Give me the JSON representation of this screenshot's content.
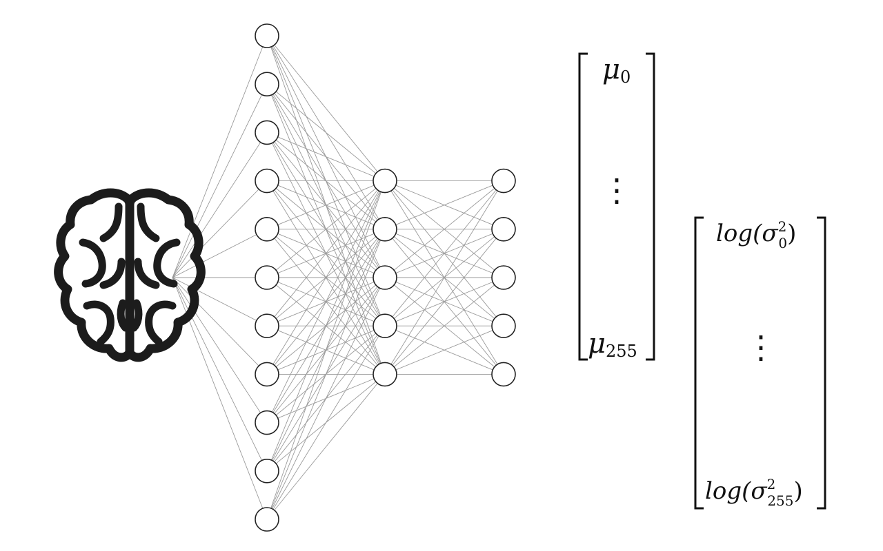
{
  "brain": {
    "icon": "brain-icon"
  },
  "network": {
    "layers": [
      {
        "name": "layer-1",
        "node_count": 11
      },
      {
        "name": "layer-2",
        "node_count": 5
      },
      {
        "name": "layer-3",
        "node_count": 5
      }
    ],
    "input_connects_to": "layer-1"
  },
  "vectors": {
    "mu": {
      "top": {
        "base": "μ",
        "sub": "0"
      },
      "ellipsis": "⋮",
      "bottom": {
        "base": "μ",
        "sub": "255"
      }
    },
    "logvar": {
      "top": {
        "prefix": "log(",
        "base": "σ",
        "sup": "2",
        "sub": "0",
        "suffix": ")"
      },
      "ellipsis": "⋮",
      "bottom": {
        "prefix": "log(",
        "base": "σ",
        "sup": "2",
        "sub": "255",
        "suffix": ")"
      }
    }
  },
  "colors": {
    "edge": "#9a9a9a",
    "node_stroke": "#222222",
    "node_fill": "#ffffff",
    "icon": "#1c1c1c",
    "bracket": "#111111"
  }
}
